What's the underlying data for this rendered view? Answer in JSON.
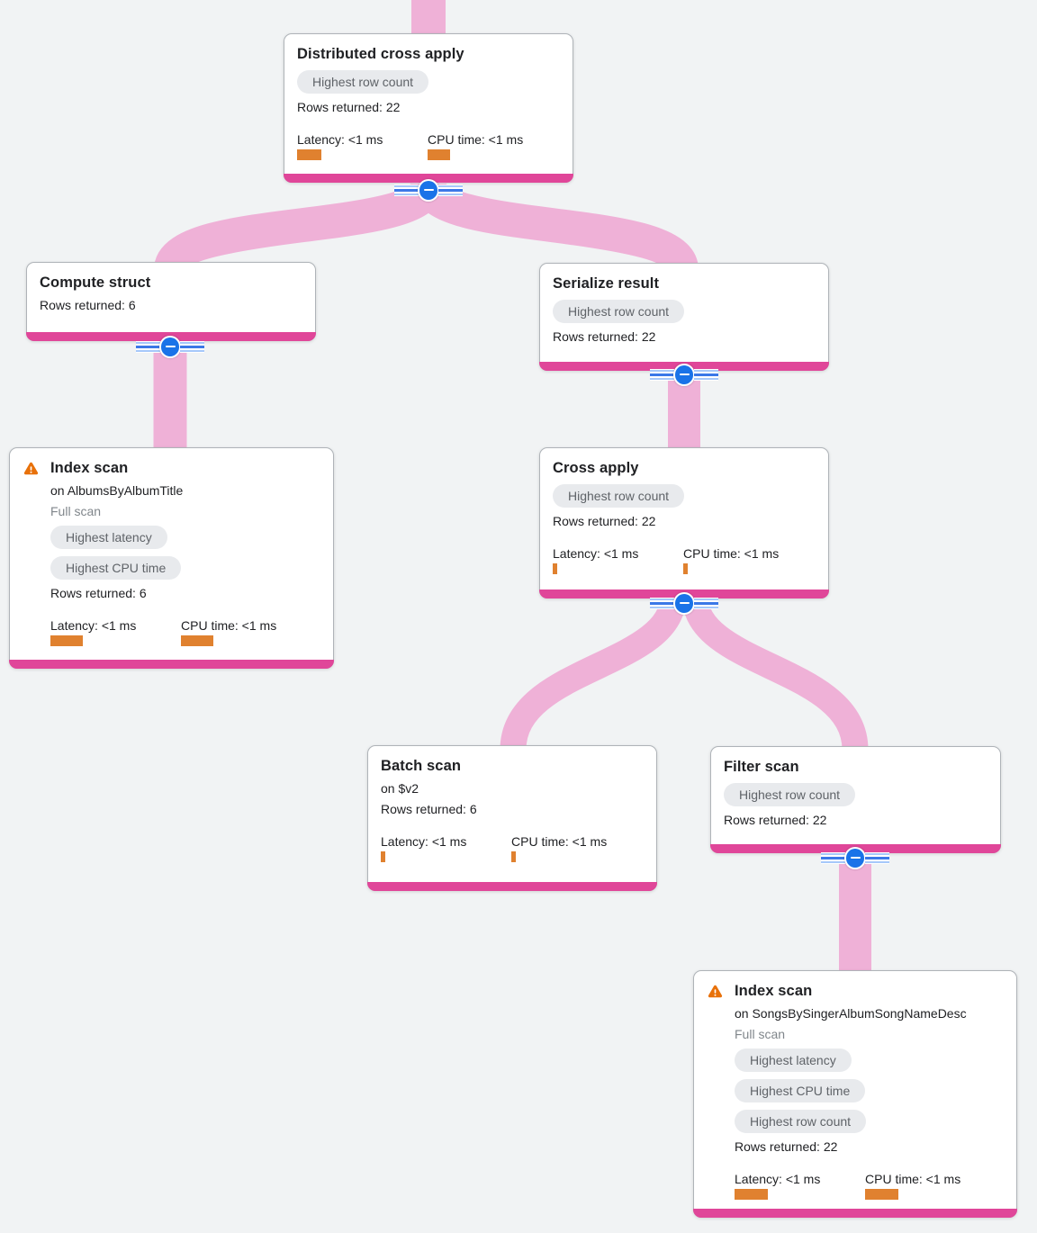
{
  "colors": {
    "background": "#F1F3F4",
    "link": "#EFB1D7",
    "node_accent": "#E04699",
    "metric_bar": "#E0812F",
    "badge_bg": "#E8EAED",
    "badge_text": "#5F6368",
    "collapse_button": "#1A73E8",
    "warning_icon": "#E8710A"
  },
  "icons": {
    "warning": "warning-triangle",
    "collapse": "minus-circle"
  },
  "nodes": [
    {
      "title": "Distributed cross apply",
      "badges": [
        "Highest row count"
      ],
      "rows": "Rows returned: 22",
      "latency": "Latency: <1 ms",
      "cpu": "CPU time: <1 ms",
      "latency_bar": 27,
      "cpu_bar": 25
    },
    {
      "title": "Compute struct",
      "rows": "Rows returned: 6"
    },
    {
      "title": "Serialize result",
      "badges": [
        "Highest row count"
      ],
      "rows": "Rows returned: 22"
    },
    {
      "title": "Index scan",
      "on": "on AlbumsByAlbumTitle",
      "scan": "Full scan",
      "badges": [
        "Highest latency",
        "Highest CPU time"
      ],
      "rows": "Rows returned: 6",
      "latency": "Latency: <1 ms",
      "cpu": "CPU time: <1 ms",
      "latency_bar": 36,
      "cpu_bar": 36
    },
    {
      "title": "Cross apply",
      "badges": [
        "Highest row count"
      ],
      "rows": "Rows returned: 22",
      "latency": "Latency: <1 ms",
      "cpu": "CPU time: <1 ms",
      "latency_bar": 5,
      "cpu_bar": 5
    },
    {
      "title": "Batch scan",
      "on": "on $v2",
      "rows": "Rows returned: 6",
      "latency": "Latency: <1 ms",
      "cpu": "CPU time: <1 ms",
      "latency_bar": 5,
      "cpu_bar": 5
    },
    {
      "title": "Filter scan",
      "badges": [
        "Highest row count"
      ],
      "rows": "Rows returned: 22"
    },
    {
      "title": "Index scan",
      "on": "on SongsBySingerAlbumSongNameDesc",
      "scan": "Full scan",
      "badges": [
        "Highest latency",
        "Highest CPU time",
        "Highest row count"
      ],
      "rows": "Rows returned: 22",
      "latency": "Latency: <1 ms",
      "cpu": "CPU time: <1 ms",
      "latency_bar": 37,
      "cpu_bar": 37
    }
  ]
}
